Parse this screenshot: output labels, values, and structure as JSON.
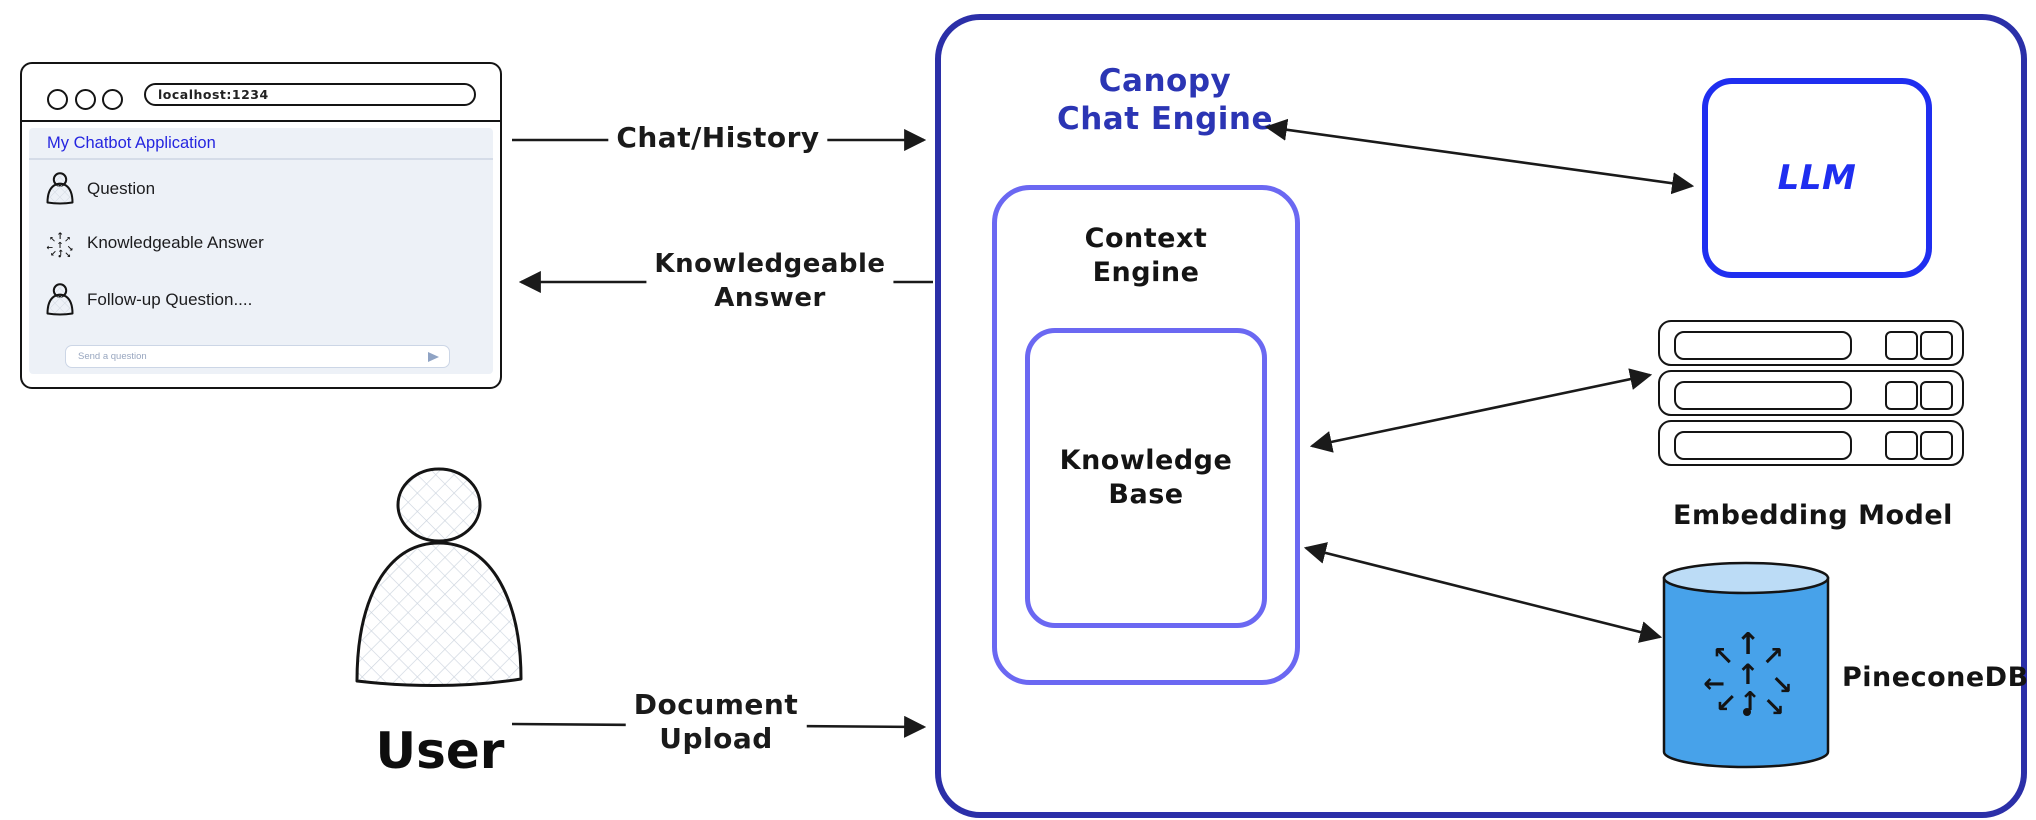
{
  "browser": {
    "url": "localhost:1234",
    "app_title": "My Chatbot Application",
    "traffic_lights": [
      "close-circle",
      "minimize-circle",
      "zoom-circle"
    ],
    "messages": [
      {
        "icon": "user-icon",
        "text": "Question"
      },
      {
        "icon": "pinecone-icon",
        "text": "Knowledgeable Answer"
      },
      {
        "icon": "user-icon",
        "text": "Follow-up Question...."
      }
    ],
    "input": {
      "placeholder": "Send a question",
      "send_icon": "send-arrow-icon"
    }
  },
  "actors": {
    "user_label": "User",
    "user_icon": "person-figure-icon"
  },
  "arrows": {
    "chat_history": "Chat/History",
    "knowledgeable_answer_line1": "Knowledgeable",
    "knowledgeable_answer_line2": "Answer",
    "document_upload_line1": "Document",
    "document_upload_line2": "Upload"
  },
  "engine": {
    "title_line1": "Canopy",
    "title_line2": "Chat Engine",
    "context_engine_line1": "Context",
    "context_engine_line2": "Engine",
    "knowledge_base_line1": "Knowledge",
    "knowledge_base_line2": "Base",
    "llm": "LLM",
    "embedding_model": "Embedding Model",
    "pinecone_db": "PineconeDB"
  },
  "colors": {
    "outer_box_border": "#2b2fa8",
    "context_kb_border": "#6b68f2",
    "llm_border": "#1f2ef0",
    "canopy_text": "#2b35b4",
    "app_title_text": "#2525e0",
    "chat_panel_bg": "#edf1f7",
    "cylinder_fill": "#47a2ea",
    "cylinder_top_fill": "#bcdcf6",
    "arrow_color": "#1a1a1a"
  }
}
